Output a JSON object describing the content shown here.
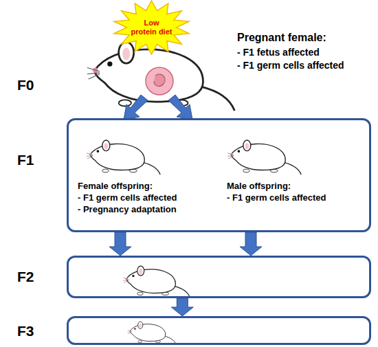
{
  "diagram": {
    "nodes": [
      {
        "text": [
          "Low protein diet"
        ]
      },
      {
        "text": [
          "F1",
          "Female offspring:",
          "- F1 germ cells affected",
          "- Pregnancy adaptation",
          "Male offspring:",
          "- F1 germ cells affected"
        ]
      },
      {
        "text": [
          "F2"
        ]
      },
      {
        "text": [
          "F3"
        ]
      }
    ],
    "edges": [
      {
        "from": 1,
        "to": 2,
        "arrow": "to"
      },
      {
        "from": 1,
        "to": 2,
        "arrow": "to"
      },
      {
        "from": 2,
        "to": 3,
        "arrow": "to"
      }
    ],
    "labels": [
      "F0",
      "Pregnant female:",
      "- F1 fetus affected",
      "- F1 germ cells affected"
    ]
  }
}
